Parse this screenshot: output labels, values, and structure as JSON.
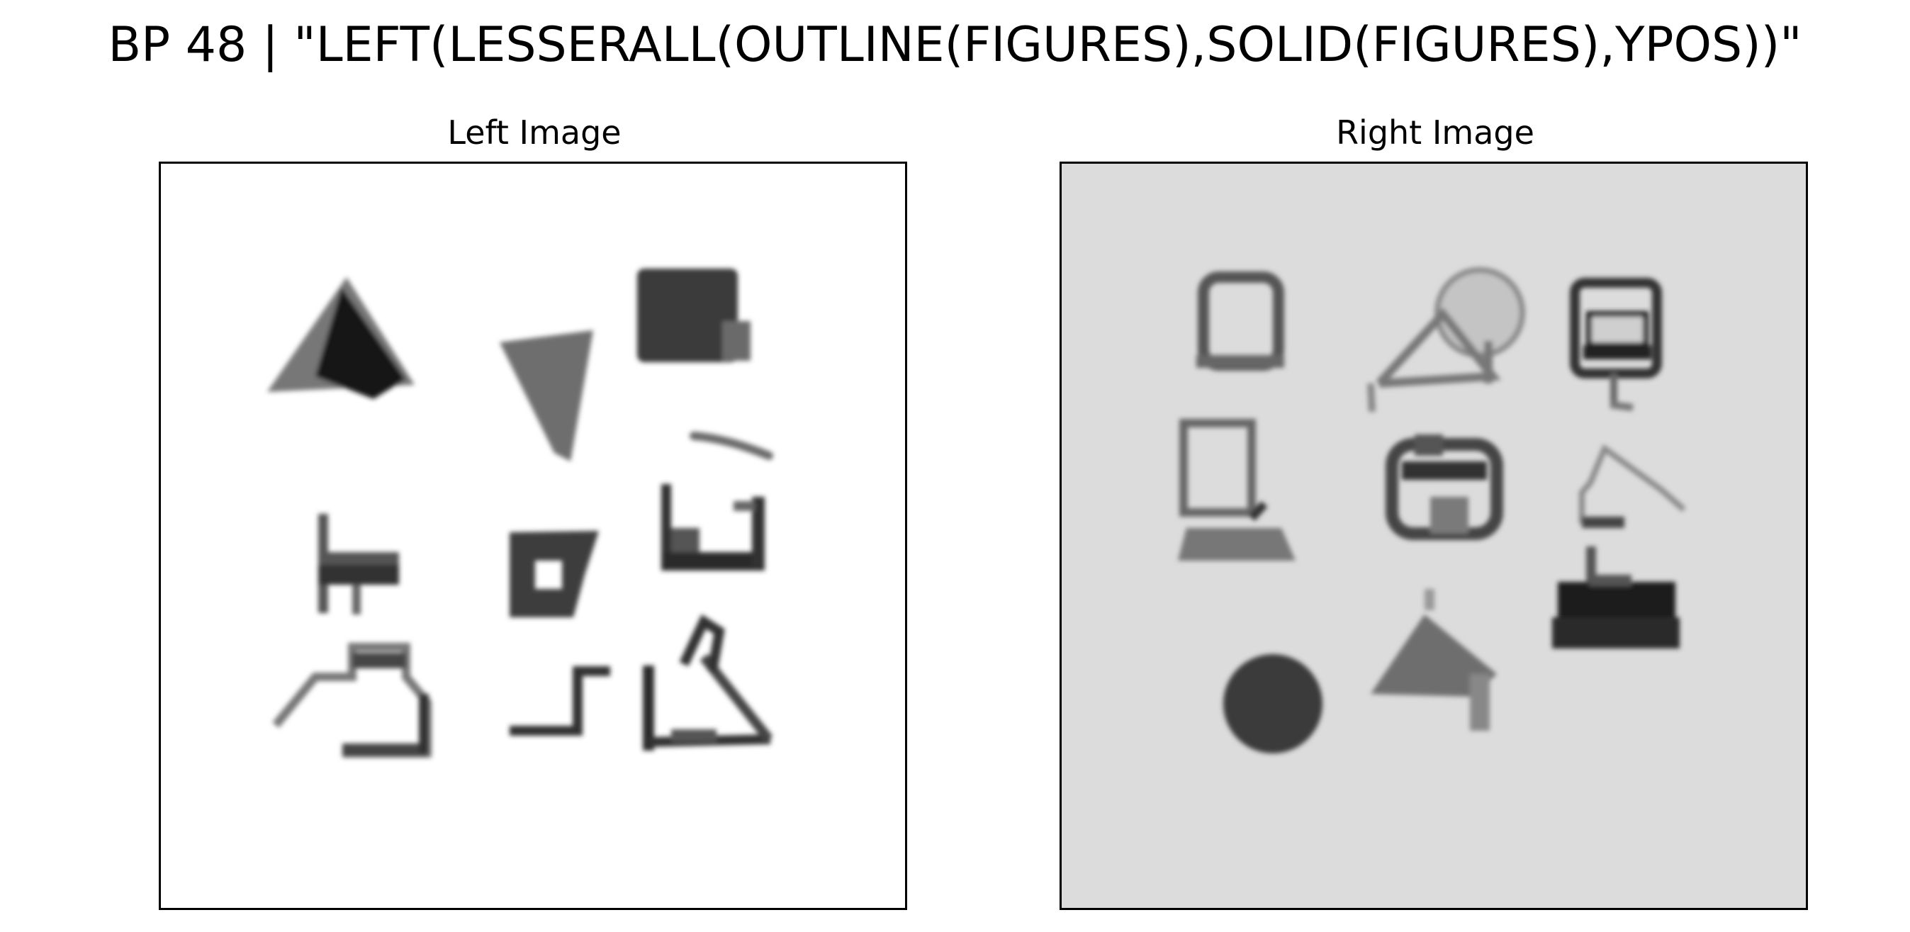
{
  "title": "BP 48 | \"LEFT(LESSERALL(OUTLINE(FIGURES),SOLID(FIGURES),YPOS))\"",
  "left_panel": {
    "title": "Left Image",
    "background": "#ffffff"
  },
  "right_panel": {
    "title": "Right Image",
    "background": "#dcdcdc"
  },
  "colors": {
    "frame": "#000000",
    "ink_dark": "#1a1a1a",
    "ink_mid": "#5a5a5a",
    "ink_light": "#8a8a8a"
  }
}
